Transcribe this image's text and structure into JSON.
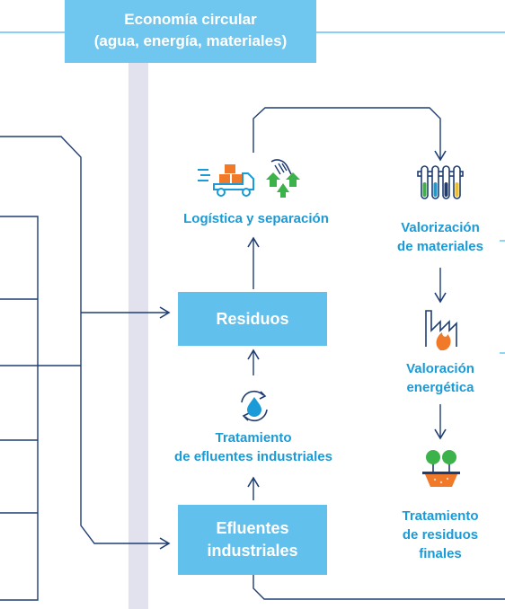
{
  "header": {
    "line1": "Economía circular",
    "line2": "(agua, energía, materiales)"
  },
  "boxes": {
    "residuos": "Residuos",
    "efluentes_line1": "Efluentes",
    "efluentes_line2": "industriales"
  },
  "labels": {
    "logistica": "Logística y separación",
    "tratamiento_efluentes_line1": "Tratamiento",
    "tratamiento_efluentes_line2": "de efluentes industriales",
    "valorizacion_line1": "Valorización",
    "valorizacion_line2": "de materiales",
    "valoracion_line1": "Valoración",
    "valoracion_line2": "energética",
    "tratamiento_residuos_line1": "Tratamiento",
    "tratamiento_residuos_line2": "de residuos",
    "tratamiento_residuos_line3": "finales"
  },
  "icons": [
    "delivery-truck-icon",
    "hand-sorting-icon",
    "test-tubes-icon",
    "factory-flame-icon",
    "water-recycle-icon",
    "plants-soil-icon"
  ],
  "colors": {
    "accent_box": "#62c0ed",
    "label_blue": "#1a9ad6",
    "line_navy": "#1f3d73",
    "divider_gray": "#e1e2ee"
  }
}
